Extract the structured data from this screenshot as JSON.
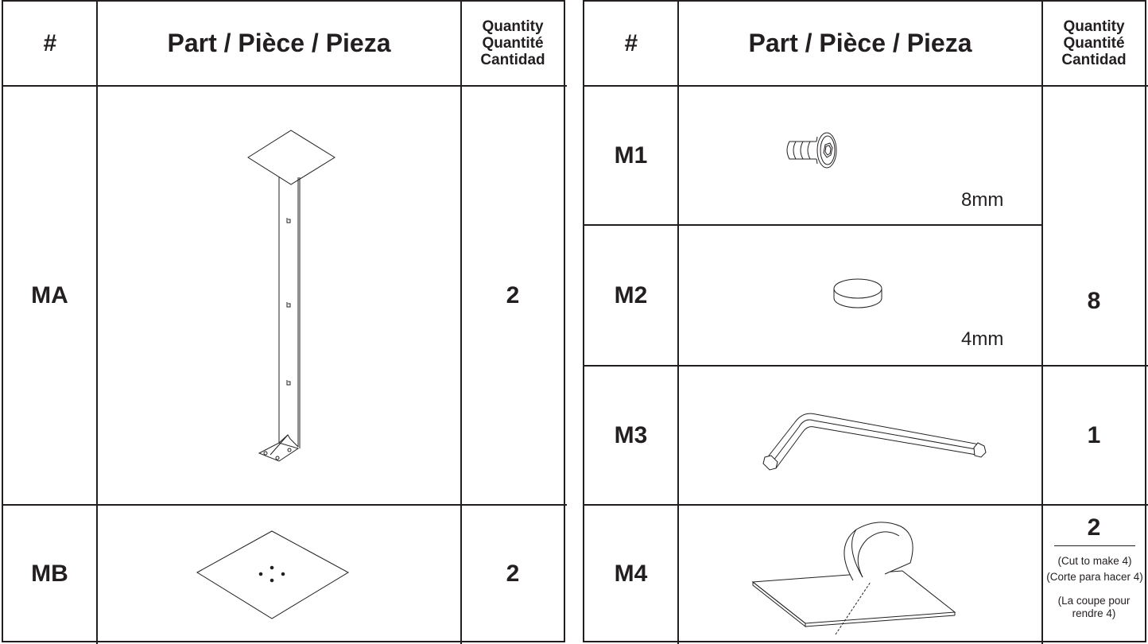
{
  "headers": {
    "number": "#",
    "part": "Part / Pièce / Pieza",
    "quantity": [
      "Quantity",
      "Quantité",
      "Cantidad"
    ]
  },
  "left_table": {
    "rows": [
      {
        "id": "MA",
        "quantity": "2",
        "icon": "table-leg-icon"
      },
      {
        "id": "MB",
        "quantity": "2",
        "icon": "floor-plate-icon"
      }
    ]
  },
  "right_table": {
    "rows": [
      {
        "id": "M1",
        "size": "8mm",
        "icon": "flat-head-screw-icon"
      },
      {
        "id": "M2",
        "size": "4mm",
        "icon": "bumper-pad-icon"
      },
      {
        "id": "M3",
        "quantity": "1",
        "icon": "hex-key-icon"
      },
      {
        "id": "M4",
        "quantity": "2",
        "icon": "adhesive-strip-icon",
        "notes": [
          "(Cut to make 4)",
          "(Corte para hacer 4)",
          "(La coupe pour",
          "rendre 4)"
        ]
      }
    ],
    "shared_quantity_m1_m2": "8"
  },
  "colors": {
    "ink": "#231f20",
    "background": "#ffffff"
  }
}
